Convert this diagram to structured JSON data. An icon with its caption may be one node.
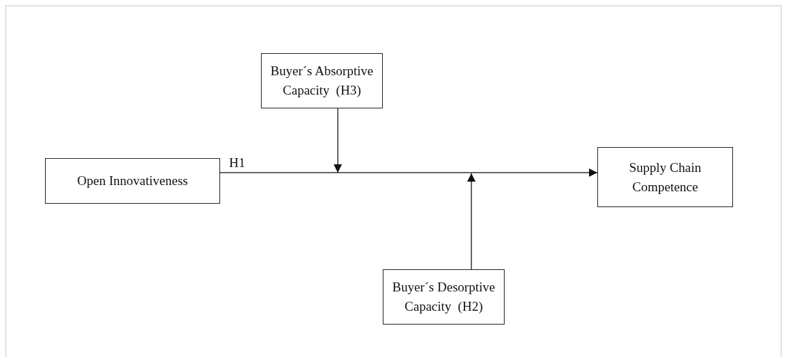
{
  "diagram": {
    "nodes": [
      {
        "text": [
          "Buyer´s Absorptive Capacity  (H3)"
        ]
      },
      {
        "text": [
          "Open Innovativeness"
        ]
      },
      {
        "text": [
          "Supply Chain Competence"
        ]
      },
      {
        "text": [
          "Buyer´s Desorptive Capacity  (H2)"
        ]
      }
    ],
    "edges": [
      {
        "from": 1,
        "to": 2,
        "arrow": "to",
        "label": "H1"
      },
      {
        "from": 0,
        "to": null,
        "arrow": "to"
      },
      {
        "from": 3,
        "to": null,
        "arrow": "to"
      }
    ]
  }
}
